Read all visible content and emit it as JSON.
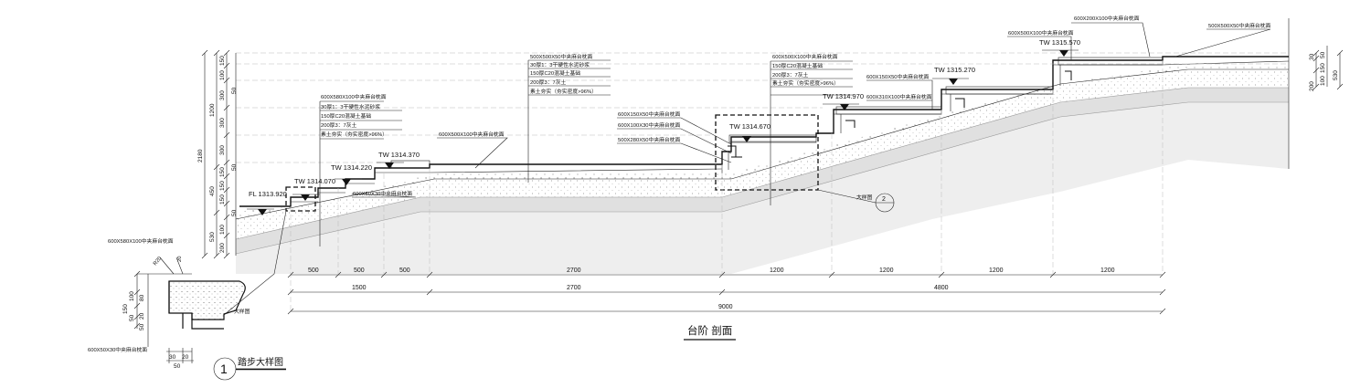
{
  "section_title": "台阶 剖面",
  "detail": {
    "number": "1",
    "title": "踏步大样图",
    "ref_label": "大样图",
    "ref_number": "2",
    "leader_label": "大样图",
    "label_top": "600X580X100中夹麻台枕面",
    "label_bottom": "600X50X30中夹麻台枕面",
    "radius": "R20",
    "dims_right": [
      "20"
    ],
    "dims_left": [
      "150",
      "100",
      "80",
      "50",
      "20",
      "50"
    ],
    "dims_bottom": [
      "30",
      "20",
      "50"
    ]
  },
  "elevations": [
    "FL 1313.920",
    "TW 1314.070",
    "TW 1314.220",
    "TW 1314.370",
    "TW 1314.670",
    "TW 1314.970",
    "TW 1315.270",
    "TW 1315.570"
  ],
  "material_labels": {
    "step1_top": "600X580X100中夹麻台枕面",
    "step1_notes": [
      "30厚1：3干硬性水泥砂浆",
      "150厚C20混凝土基础",
      "200厚3：7灰土",
      "素土夯实（夯实密度>96%）"
    ],
    "step1_riser": "600X50X30中夹麻台枕面",
    "platform": "600X500X100中夹麻台枕面",
    "plaza_top": "500X500X50中夹麻台枕面",
    "plaza_notes": [
      "30厚1：3干硬性水泥砂浆",
      "150厚C20混凝土基础",
      "200厚3：7灰土",
      "素土夯实（夯实密度>96%）"
    ],
    "mid_a": "600X150X50中夹麻台枕面",
    "mid_b": "600X100X30中夹麻台枕面",
    "mid_c": "500X280X50中夹麻台枕面",
    "upper_top": "600X500X100中夹麻台枕面",
    "upper_notes": [
      "150厚C20混凝土基础",
      "200厚3：7灰土",
      "素土夯实（夯实密度>96%）"
    ],
    "upper_a": "600X150X50中夹麻台枕面",
    "upper_b": "600X310X100中夹麻台枕面",
    "top_cap": "600X500X100中夹麻台枕面",
    "top_a": "600X200X100中夹麻台枕面",
    "top_b": "500X500X50中夹麻台枕面"
  },
  "dims": {
    "row1": [
      "500",
      "500",
      "500",
      "2700",
      "1200",
      "1200",
      "1200",
      "1200"
    ],
    "row2": [
      "1500",
      "2700",
      "4800"
    ],
    "total": "9000",
    "left_outer": [
      "2180"
    ],
    "left_mid": [
      "1200",
      "450",
      "530"
    ],
    "left_inner": [
      "150",
      "100",
      "300",
      "300",
      "300",
      "150",
      "150",
      "150",
      "100",
      "200"
    ],
    "left_small": [
      "50",
      "50",
      "50"
    ],
    "right": [
      "50",
      "150",
      "100",
      "200",
      "530",
      "30"
    ]
  }
}
